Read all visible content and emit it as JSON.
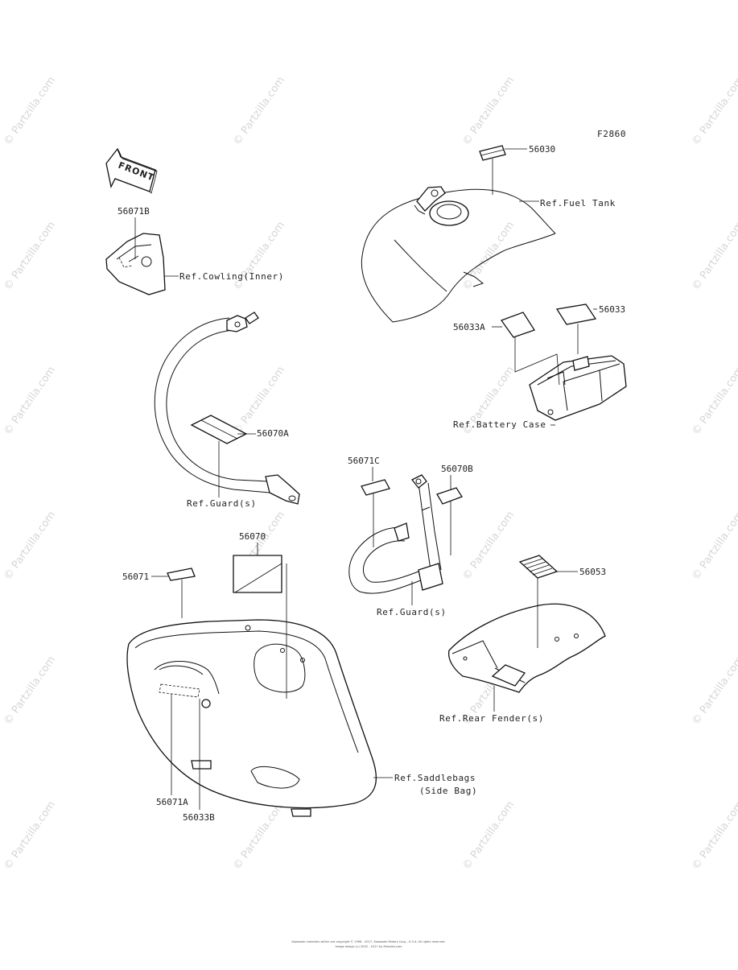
{
  "figure_code": "F2860",
  "front_arrow_label": "FRONT",
  "parts": [
    {
      "key": "p56030",
      "number": "56030"
    },
    {
      "key": "p56033",
      "number": "56033"
    },
    {
      "key": "p56033A",
      "number": "56033A"
    },
    {
      "key": "p56071B",
      "number": "56071B"
    },
    {
      "key": "p56070A",
      "number": "56070A"
    },
    {
      "key": "p56071C",
      "number": "56071C"
    },
    {
      "key": "p56070B",
      "number": "56070B"
    },
    {
      "key": "p56070",
      "number": "56070"
    },
    {
      "key": "p56071",
      "number": "56071"
    },
    {
      "key": "p56053",
      "number": "56053"
    },
    {
      "key": "p56071A",
      "number": "56071A"
    },
    {
      "key": "p56033B",
      "number": "56033B"
    }
  ],
  "references": {
    "fuel_tank": "Ref.Fuel Tank",
    "cowling_inner": "Ref.Cowling(Inner)",
    "battery_case": "Ref.Battery Case",
    "guard_left": "Ref.Guard(s)",
    "guard_right": "Ref.Guard(s)",
    "rear_fender": "Ref.Rear Fender(s)",
    "saddlebags_line1": "Ref.Saddlebags",
    "saddlebags_line2": "(Side Bag)"
  },
  "watermark": "© Partzilla.com",
  "copyright_line1": "Kawasaki materials within are copyright © 1998 - 2017, Kawasaki Motors Corp., U.S.A. All rights reserved.",
  "copyright_line2": "Image design (c) 2002 - 2017 by Partzilla.com"
}
